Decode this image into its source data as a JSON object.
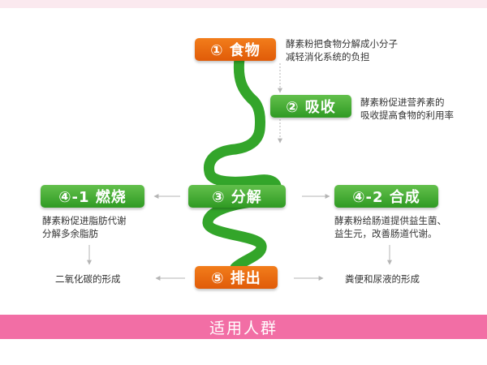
{
  "colors": {
    "orange": "#ee6e12",
    "green": "#3aa62a",
    "intestine": "#33a52a",
    "banner": "#f26ea5",
    "arrow": "#b5b5b5"
  },
  "steps": {
    "food": {
      "label": "① 食物",
      "desc": [
        "酵素粉把食物分解成小分子",
        "减轻消化系统的负担"
      ]
    },
    "absorb": {
      "label": "② 吸收",
      "desc": [
        "酵素粉促进营养素的",
        "吸收提高食物的利用率"
      ]
    },
    "decompose": {
      "label": "③ 分解"
    },
    "burn": {
      "label": "④-1 燃烧",
      "desc": [
        "酵素粉促进脂肪代谢",
        "分解多余脂肪"
      ]
    },
    "synthesize": {
      "label": "④-2 合成",
      "desc": [
        "酵素粉给肠道提供益生菌、",
        "益生元，改善肠道代谢。"
      ]
    },
    "excrete": {
      "label": "⑤ 排出"
    }
  },
  "outcomes": {
    "co2": "二氧化碳的形成",
    "waste": "粪便和尿液的形成"
  },
  "banner": "适用人群"
}
